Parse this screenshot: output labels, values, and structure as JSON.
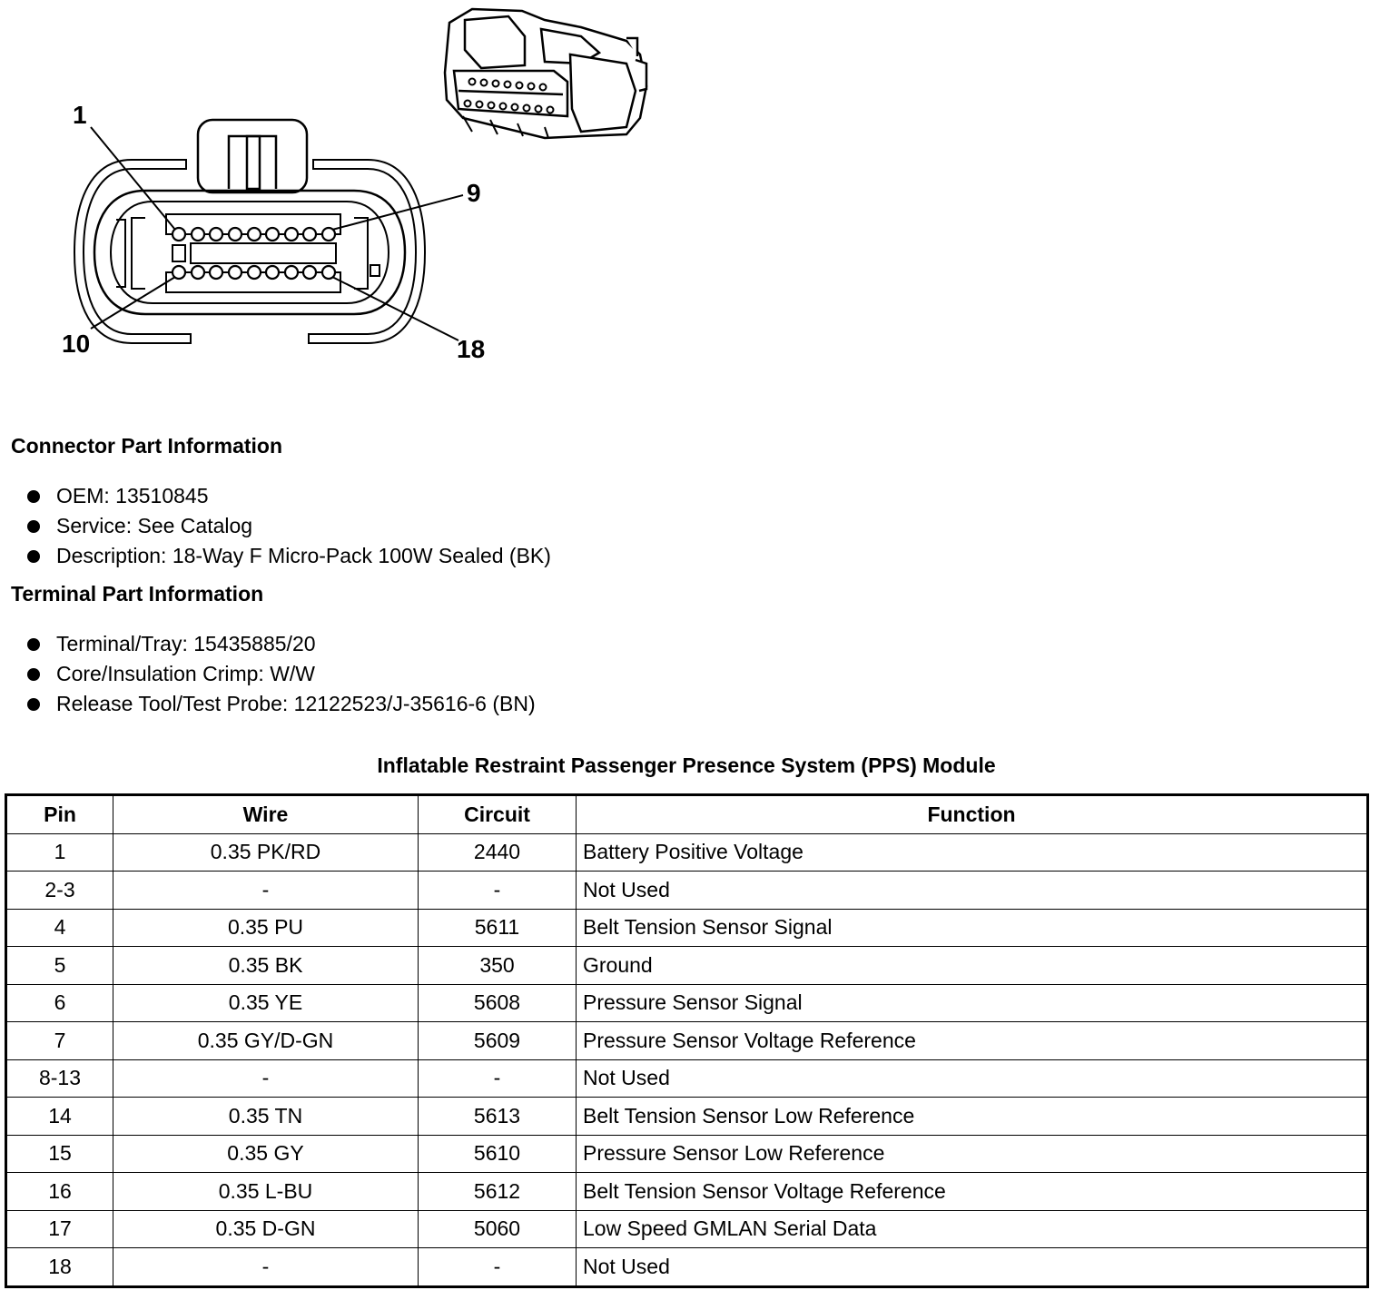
{
  "diagram": {
    "pin_callouts": [
      "1",
      "9",
      "10",
      "18"
    ]
  },
  "connector_info": {
    "heading": "Connector Part Information",
    "items": [
      "OEM: 13510845",
      "Service: See Catalog",
      "Description: 18-Way F Micro-Pack 100W Sealed (BK)"
    ]
  },
  "terminal_info": {
    "heading": "Terminal Part Information",
    "items": [
      "Terminal/Tray: 15435885/20",
      "Core/Insulation Crimp: W/W",
      "Release Tool/Test Probe: 12122523/J-35616-6 (BN)"
    ]
  },
  "table": {
    "title": "Inflatable Restraint Passenger Presence System (PPS) Module",
    "headers": [
      "Pin",
      "Wire",
      "Circuit",
      "Function"
    ],
    "rows": [
      [
        "1",
        "0.35 PK/RD",
        "2440",
        "Battery Positive Voltage"
      ],
      [
        "2-3",
        "-",
        "-",
        "Not Used"
      ],
      [
        "4",
        "0.35 PU",
        "5611",
        "Belt Tension Sensor Signal"
      ],
      [
        "5",
        "0.35 BK",
        "350",
        "Ground"
      ],
      [
        "6",
        "0.35 YE",
        "5608",
        "Pressure Sensor Signal"
      ],
      [
        "7",
        "0.35 GY/D-GN",
        "5609",
        "Pressure Sensor Voltage Reference"
      ],
      [
        "8-13",
        "-",
        "-",
        "Not Used"
      ],
      [
        "14",
        "0.35 TN",
        "5613",
        "Belt Tension Sensor Low Reference"
      ],
      [
        "15",
        "0.35 GY",
        "5610",
        "Pressure Sensor Low Reference"
      ],
      [
        "16",
        "0.35 L-BU",
        "5612",
        "Belt Tension Sensor Voltage Reference"
      ],
      [
        "17",
        "0.35 D-GN",
        "5060",
        "Low Speed GMLAN Serial Data"
      ],
      [
        "18",
        "-",
        "-",
        "Not Used"
      ]
    ]
  }
}
